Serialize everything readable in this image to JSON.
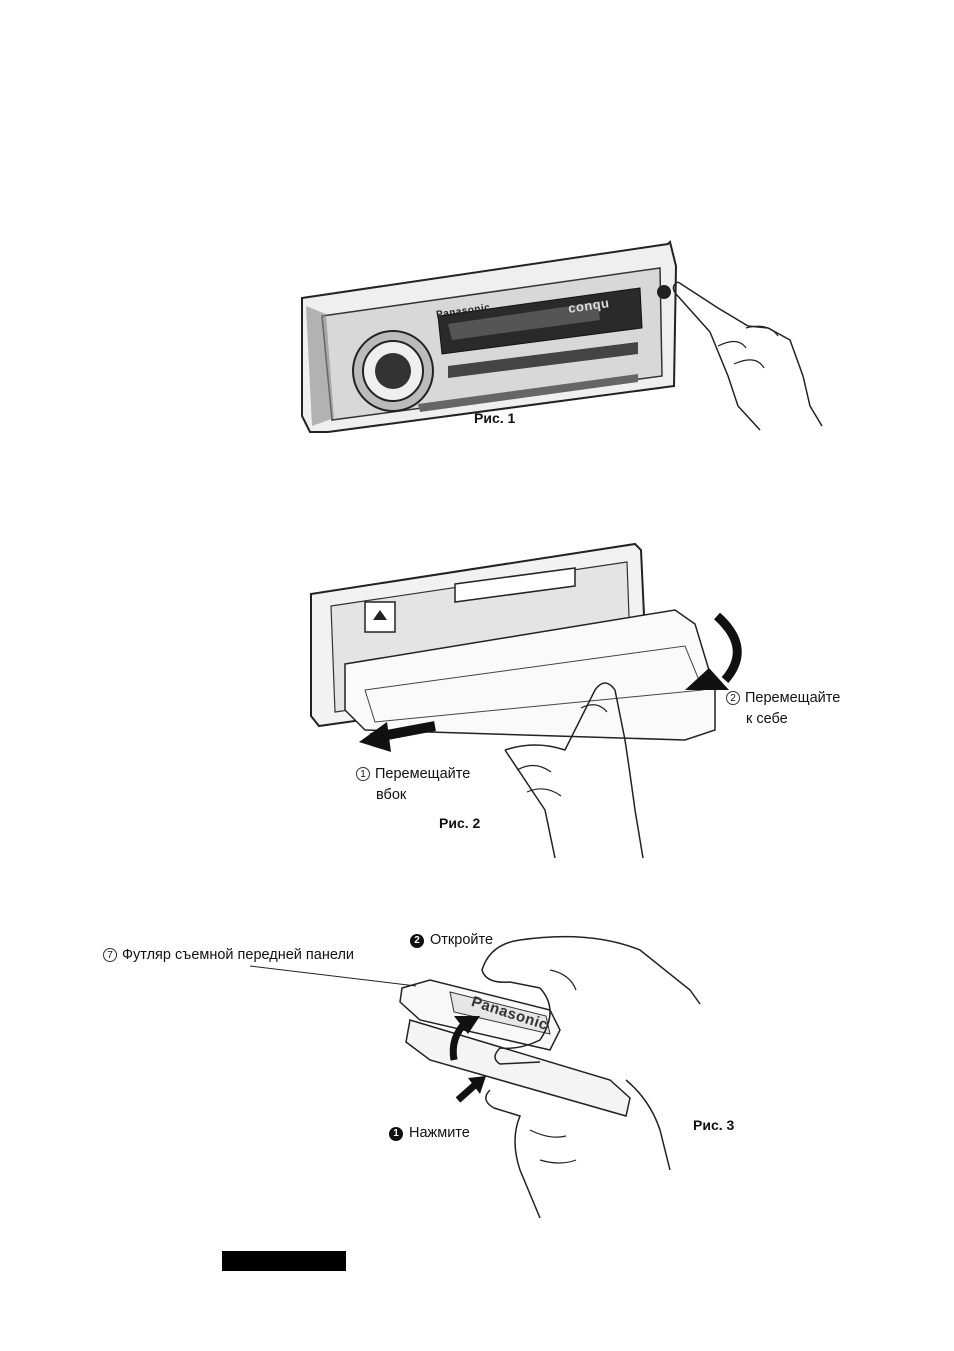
{
  "fig1": {
    "caption": "Рис. 1",
    "brand": "Panasonic",
    "display": "conqu"
  },
  "fig2": {
    "caption": "Рис. 2",
    "step1_num": "1",
    "step1_line1": "Перемещайте",
    "step1_line2": "вбок",
    "step2_num": "2",
    "step2_line1": "Перемещайте",
    "step2_line2": "к себе"
  },
  "fig3": {
    "caption": "Рис. 3",
    "case_num": "7",
    "case_label": "Футляр съемной передней панели",
    "open_num": "2",
    "open_label": "Откройте",
    "press_num": "1",
    "press_label": "Нажмите",
    "brand": "Panasonic"
  }
}
